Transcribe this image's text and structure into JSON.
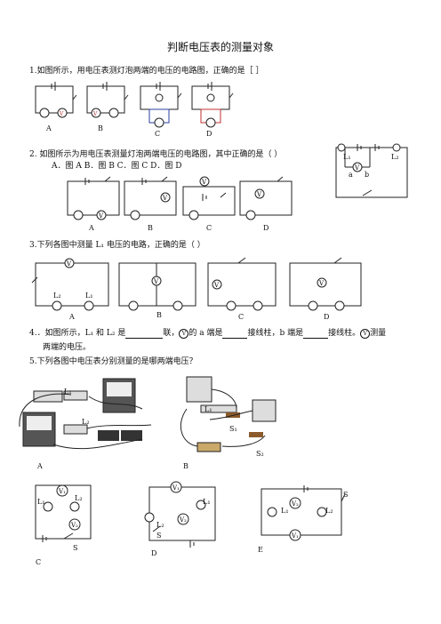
{
  "title": "判断电压表的测量对象",
  "q1": {
    "text": "1.如图所示，用电压表测灯泡两端的电压的电路图，正确的是［  ］",
    "options": [
      "A",
      "B",
      "C",
      "D"
    ]
  },
  "q2": {
    "text": "2. 如图所示为用电压表测量灯泡两端电压的电路图，其中正确的是（      ）",
    "choices": "A．图 A        B．图 B     C．图  C        D．图 D",
    "options": [
      "A",
      "B",
      "C",
      "D"
    ],
    "side_labels": {
      "l1": "L₁",
      "l2": "L₂",
      "a": "a",
      "b": "b"
    }
  },
  "q3": {
    "text": "3.下列各图中测量 L₁ 电压的电路，正确的是（         ）",
    "options": [
      "A",
      "B",
      "C",
      "D"
    ],
    "bulb_labels": [
      "L₂",
      "L₁"
    ]
  },
  "q4": {
    "part1": "4.．如图所示，",
    "part2": "L₁ 和 L₂ 是",
    "part3": "联，",
    "part4": "的 a 端是",
    "part5": "接线柱，b 端是",
    "part6": "接线柱。",
    "part7": "测量",
    "line2": "两端的电压。"
  },
  "q5": {
    "text": "5.下列各图中电压表分别测量的是哪两端电压？",
    "options": [
      "A",
      "B",
      "C",
      "D",
      "E"
    ],
    "labels": {
      "l1": "L₁",
      "l2": "L₂",
      "v1": "V₁",
      "v2": "V₂",
      "s": "S",
      "s1": "S₁",
      "s2": "S₂"
    }
  },
  "voltmeter_symbol": "V",
  "sign_plus": "+",
  "sign_minus": "−"
}
